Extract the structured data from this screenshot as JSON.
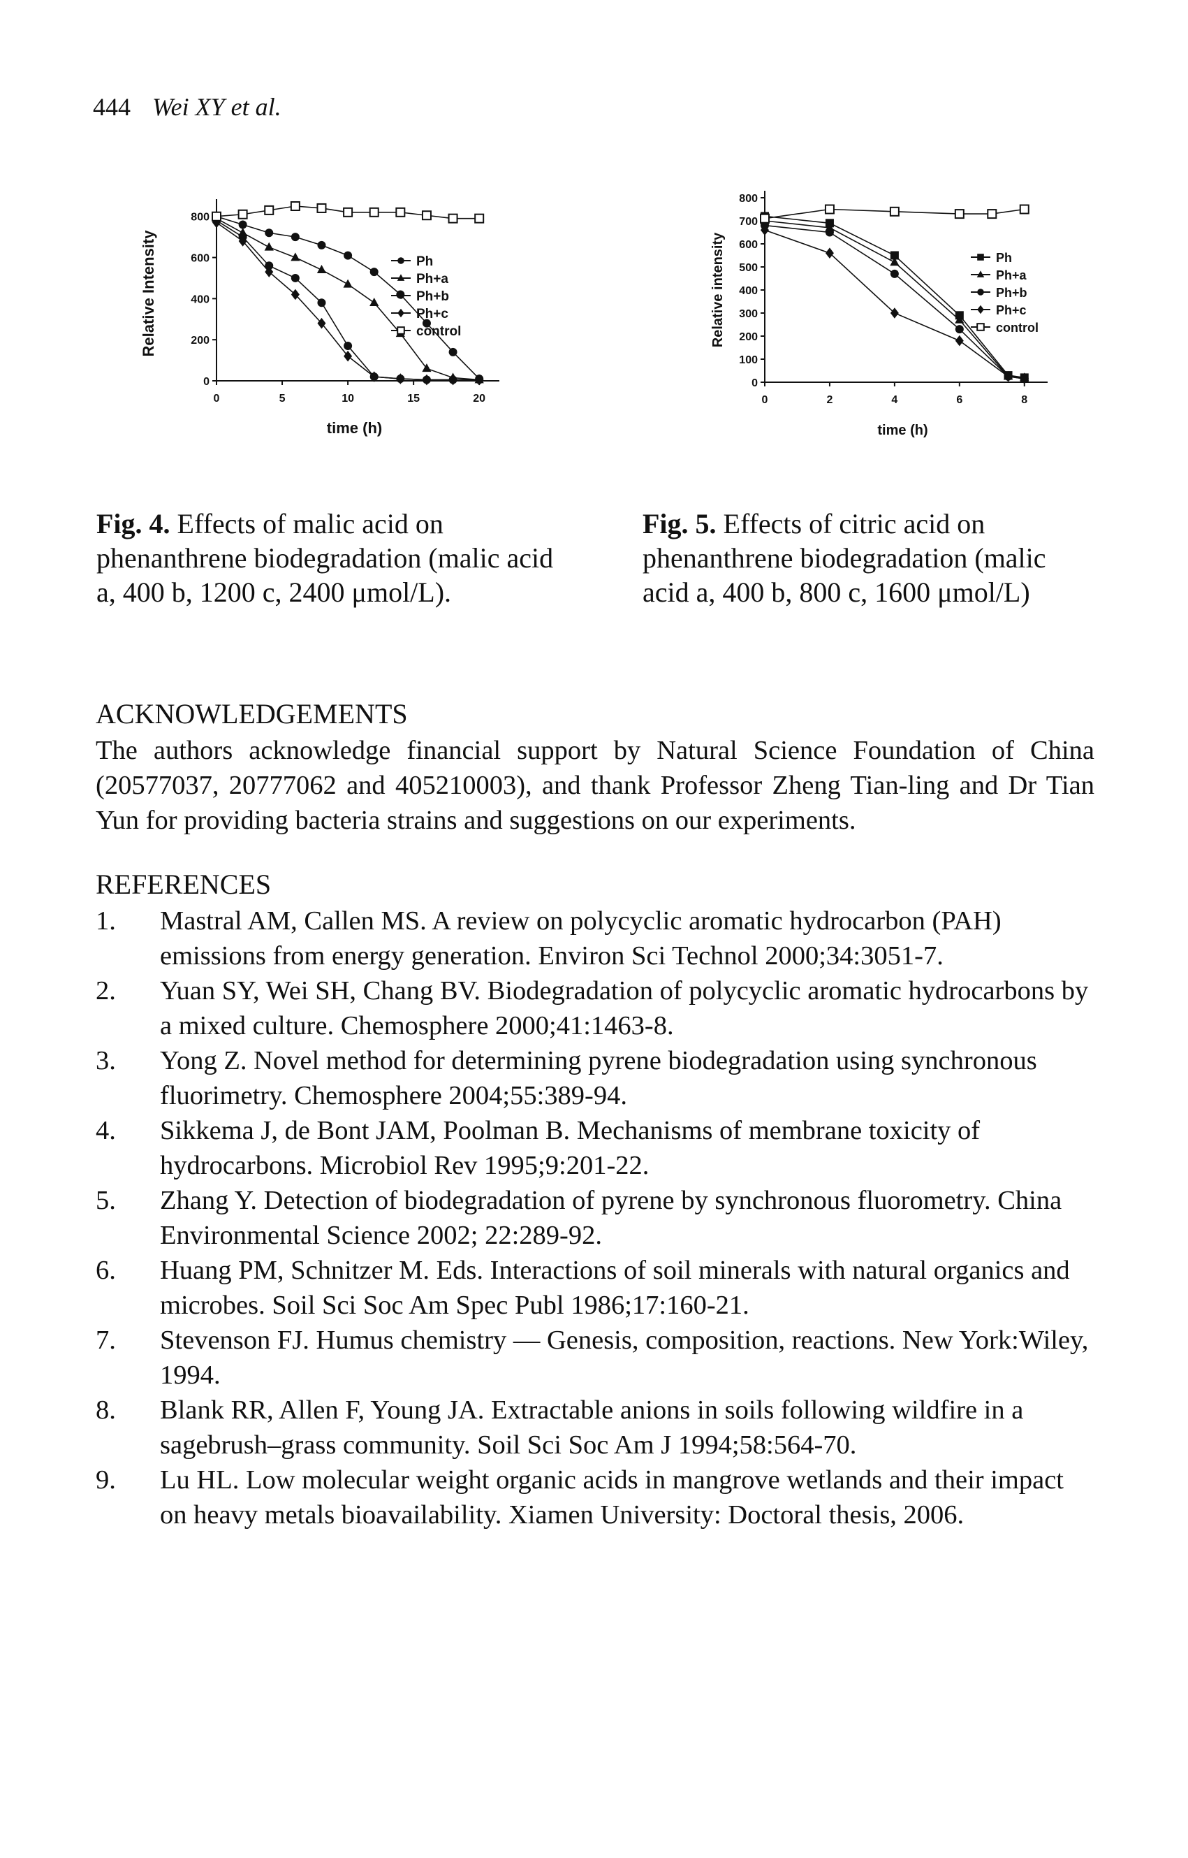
{
  "header": {
    "page_number": "444",
    "authors": "Wei XY et al."
  },
  "chart_data": [
    {
      "type": "line",
      "figure": "Fig. 4",
      "xlabel": "time (h)",
      "ylabel": "Relative Intensity",
      "xlim": [
        0,
        21
      ],
      "ylim": [
        0,
        850
      ],
      "x_ticks": [
        "0",
        "5",
        "10",
        "15",
        "20"
      ],
      "y_ticks": [
        "0",
        "200",
        "400",
        "600",
        "800"
      ],
      "legend_position": "right",
      "series": [
        {
          "name": "Ph",
          "marker": "circle",
          "x": [
            0,
            2,
            4,
            6,
            8,
            10,
            12,
            14,
            16,
            18,
            20
          ],
          "y": [
            800,
            760,
            720,
            700,
            660,
            610,
            530,
            420,
            280,
            140,
            10
          ]
        },
        {
          "name": "Ph+a",
          "marker": "triangle",
          "x": [
            0,
            2,
            4,
            6,
            8,
            10,
            12,
            14,
            16,
            18,
            20
          ],
          "y": [
            790,
            720,
            650,
            600,
            540,
            470,
            380,
            230,
            60,
            15,
            5
          ]
        },
        {
          "name": "Ph+b",
          "marker": "circle",
          "x": [
            0,
            2,
            4,
            6,
            8,
            10,
            12,
            14,
            16,
            18,
            20
          ],
          "y": [
            780,
            700,
            560,
            500,
            380,
            170,
            20,
            10,
            5,
            5,
            5
          ]
        },
        {
          "name": "Ph+c",
          "marker": "diamond",
          "x": [
            0,
            2,
            4,
            6,
            8,
            10,
            12,
            14,
            16,
            18,
            20
          ],
          "y": [
            770,
            680,
            530,
            420,
            280,
            120,
            20,
            10,
            5,
            5,
            5
          ]
        },
        {
          "name": "control",
          "marker": "square-open",
          "x": [
            0,
            2,
            4,
            6,
            8,
            10,
            12,
            14,
            16,
            18,
            20
          ],
          "y": [
            800,
            810,
            830,
            850,
            840,
            820,
            820,
            820,
            805,
            790,
            790
          ]
        }
      ]
    },
    {
      "type": "line",
      "figure": "Fig. 5",
      "xlabel": "time (h)",
      "ylabel": "Relative intensity",
      "xlim": [
        0,
        8.5
      ],
      "ylim": [
        0,
        800
      ],
      "x_ticks": [
        "0",
        "2",
        "4",
        "6",
        "8"
      ],
      "y_ticks": [
        "0",
        "100",
        "200",
        "300",
        "400",
        "500",
        "600",
        "700",
        "800"
      ],
      "legend_position": "right",
      "series": [
        {
          "name": "Ph",
          "marker": "square",
          "x": [
            0,
            2,
            4,
            6,
            7.5,
            8
          ],
          "y": [
            720,
            690,
            550,
            290,
            30,
            20
          ]
        },
        {
          "name": "Ph+a",
          "marker": "triangle",
          "x": [
            0,
            2,
            4,
            6,
            7.5,
            8
          ],
          "y": [
            700,
            670,
            520,
            270,
            25,
            20
          ]
        },
        {
          "name": "Ph+b",
          "marker": "circle",
          "x": [
            0,
            2,
            4,
            6,
            7.5,
            8
          ],
          "y": [
            680,
            650,
            470,
            230,
            25,
            15
          ]
        },
        {
          "name": "Ph+c",
          "marker": "diamond",
          "x": [
            0,
            2,
            4,
            6,
            7.5,
            8
          ],
          "y": [
            660,
            560,
            300,
            180,
            25,
            15
          ]
        },
        {
          "name": "control",
          "marker": "square-open",
          "x": [
            0,
            2,
            4,
            6,
            7,
            8
          ],
          "y": [
            710,
            750,
            740,
            730,
            730,
            750
          ]
        }
      ]
    }
  ],
  "captions": {
    "fig4_label": "Fig. 4.",
    "fig4_text": "Effects of malic acid on phenanthrene biodegradation (malic acid a, 400 b, 1200 c, 2400 μmol/L).",
    "fig5_label": "Fig. 5.",
    "fig5_text": "Effects of citric acid on phenanthrene biodegradation (malic acid a, 400 b, 800 c, 1600 μmol/L)"
  },
  "acknowledgements": {
    "heading": "ACKNOWLEDGEMENTS",
    "text": "The authors acknowledge financial support by Natural Science Foundation of China (20577037, 20777062 and 405210003), and thank Professor Zheng Tian-ling and Dr Tian Yun for providing bacteria strains and suggestions on our experiments."
  },
  "references": {
    "heading": "REFERENCES",
    "items": [
      {
        "num": "1.",
        "text": "Mastral AM, Callen MS. A review on polycyclic aromatic hydrocarbon (PAH) emissions from energy generation. Environ Sci Technol 2000;34:3051-7."
      },
      {
        "num": "2.",
        "text": "Yuan SY, Wei SH, Chang BV. Biodegradation of polycyclic aromatic hydrocarbons by a mixed culture. Chemosphere 2000;41:1463-8."
      },
      {
        "num": "3.",
        "text": "Yong Z. Novel method for determining pyrene biodegradation using synchronous fluorimetry. Chemosphere 2004;55:389-94."
      },
      {
        "num": "4.",
        "text": "Sikkema J, de Bont JAM, Poolman B. Mechanisms of membrane toxicity of hydrocarbons. Microbiol Rev 1995;9:201-22."
      },
      {
        "num": "5.",
        "text": "Zhang Y. Detection of biodegradation of pyrene by synchronous fluorometry. China Environmental Science 2002; 22:289-92."
      },
      {
        "num": "6.",
        "text": "Huang PM, Schnitzer M. Eds. Interactions of soil minerals with natural organics and microbes. Soil Sci Soc Am Spec Publ 1986;17:160-21."
      },
      {
        "num": "7.",
        "text": "Stevenson FJ. Humus chemistry — Genesis, composition, reactions. New York:Wiley, 1994."
      },
      {
        "num": "8.",
        "text": "Blank RR, Allen F, Young JA. Extractable anions in soils following wildfire in a sagebrush–grass community. Soil Sci Soc Am J 1994;58:564-70."
      },
      {
        "num": "9.",
        "text": "Lu HL. Low molecular weight organic acids in mangrove wetlands and their impact on heavy metals bioavailability. Xiamen University: Doctoral thesis, 2006."
      }
    ]
  }
}
